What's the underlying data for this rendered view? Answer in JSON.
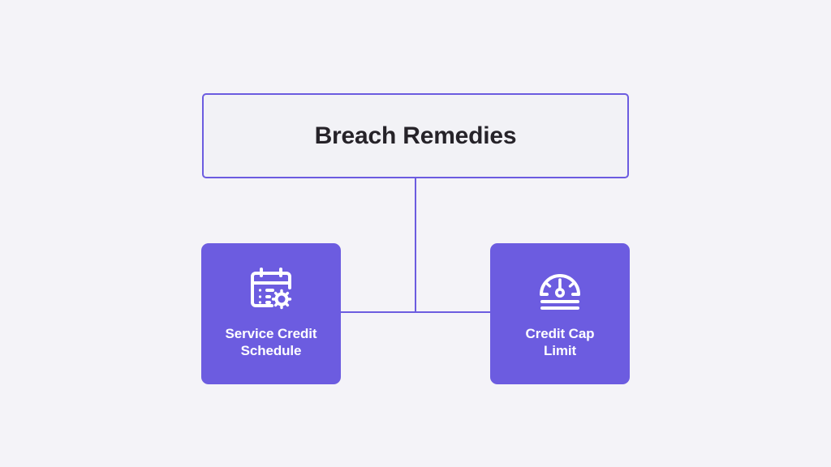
{
  "canvas": {
    "background_color": "#f4f3f8",
    "accent_color": "#6C5CE0",
    "card_text_color": "#ffffff",
    "title_text_color": "#262329"
  },
  "diagram": {
    "type": "hierarchy",
    "root": {
      "title": "Breach Remedies",
      "fill_color": "#f2f2f6",
      "border_color": "#6C5CE0"
    },
    "children": [
      {
        "label_line1": "Service Credit",
        "label_line2": "Schedule",
        "icon": "calendar-gear-icon",
        "fill_color": "#6C5CE0"
      },
      {
        "label_line1": "Credit Cap",
        "label_line2": "Limit",
        "icon": "gauge-icon",
        "fill_color": "#6C5CE0"
      }
    ],
    "connectors": [
      {
        "name": "vertical-trunk",
        "color": "#6C5CE0"
      },
      {
        "name": "horizontal-bus",
        "color": "#6C5CE0"
      }
    ]
  }
}
